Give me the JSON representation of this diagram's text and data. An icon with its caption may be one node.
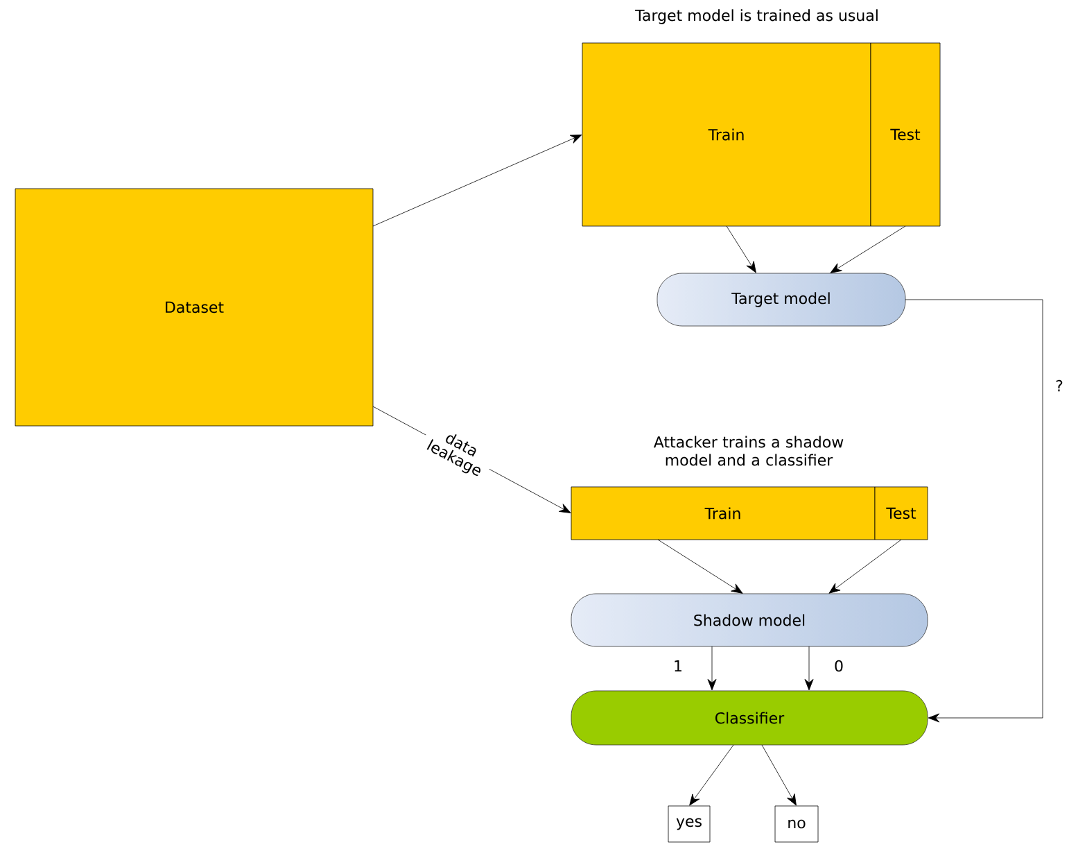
{
  "diagram": {
    "nodes": [
      {
        "text": [
          "Dataset"
        ]
      },
      {
        "text": [
          "Train"
        ]
      },
      {
        "text": [
          "Test"
        ]
      },
      {
        "text": [
          "Target model"
        ]
      },
      {
        "text": [
          "Train"
        ]
      },
      {
        "text": [
          "Test"
        ]
      },
      {
        "text": [
          "Shadow model"
        ]
      },
      {
        "text": [
          "Classifier"
        ]
      },
      {
        "text": [
          "yes"
        ]
      },
      {
        "text": [
          "no"
        ]
      }
    ],
    "edges": [
      {
        "from": 0,
        "to": 1,
        "arrow": "to"
      },
      {
        "from": 0,
        "to": 4,
        "arrow": "to",
        "label": "data leakage"
      },
      {
        "from": 1,
        "to": 3,
        "arrow": "to"
      },
      {
        "from": 2,
        "to": 3,
        "arrow": "to"
      },
      {
        "from": 4,
        "to": 6,
        "arrow": "to"
      },
      {
        "from": 5,
        "to": 6,
        "arrow": "to"
      },
      {
        "from": 6,
        "to": 7,
        "arrow": "to",
        "label": "1"
      },
      {
        "from": 6,
        "to": 7,
        "arrow": "to",
        "label": "0"
      },
      {
        "from": 3,
        "to": 7,
        "arrow": "to",
        "label": "?"
      },
      {
        "from": 7,
        "to": 8,
        "arrow": "to"
      },
      {
        "from": 7,
        "to": 9,
        "arrow": "to"
      }
    ],
    "labels": [
      "Target model is trained as usual",
      "Attacker trains a shadow model and a classifier"
    ]
  }
}
